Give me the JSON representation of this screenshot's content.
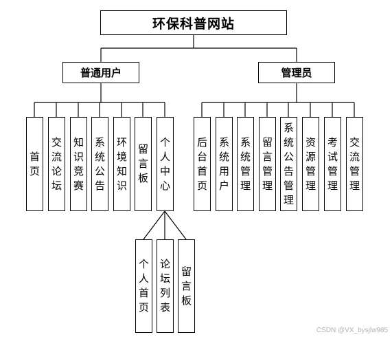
{
  "diagram": {
    "root": "环保科普网站",
    "roles": [
      {
        "label": "普通用户",
        "children": [
          "首\n页",
          "交\n流\n论\n坛",
          "知\n识\n竞\n赛",
          "系\n统\n公\n告",
          "环\n境\n知\n识",
          "留\n言\n板",
          "个\n人\n中\n心"
        ]
      },
      {
        "label": "管理员",
        "children": [
          "后\n台\n首\n页",
          "系\n统\n用\n户",
          "系\n统\n管\n理",
          "留\n言\n管\n理",
          "系\n统\n公\n告\n管\n理",
          "资\n源\n管\n理",
          "考\n试\n管\n理",
          "交\n流\n管\n理"
        ]
      }
    ],
    "sub_children": [
      "个\n人\n首\n页",
      "论\n坛\n列\n表",
      "留\n言\n板"
    ]
  },
  "watermark": "CSDN @VX_bysjlw985"
}
